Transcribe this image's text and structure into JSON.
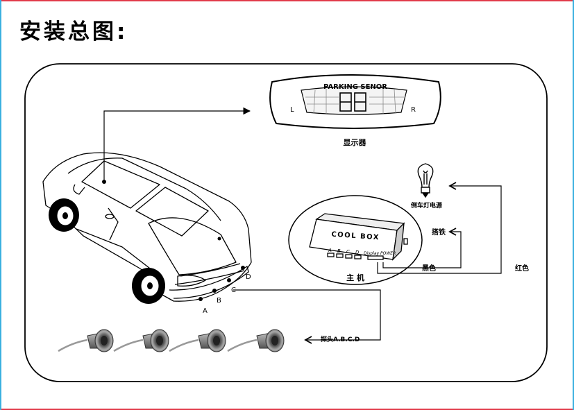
{
  "title": "安装总图:",
  "display": {
    "brand": "PARKING SENOR",
    "left": "L",
    "right": "R",
    "label": "显示器"
  },
  "control_box": {
    "brand": "COOL BOX",
    "ports": [
      "A",
      "B",
      "C",
      "D",
      "Display POWER"
    ],
    "label": "主 机"
  },
  "wiring": {
    "reverse_light": "倒车灯电源",
    "ground": "搭铁",
    "black": "黑色",
    "red": "红色"
  },
  "car": {
    "sensor_points": [
      "A",
      "B",
      "C",
      "D"
    ]
  },
  "sensors": {
    "label": "探头A.B.C.D",
    "count": 4
  }
}
